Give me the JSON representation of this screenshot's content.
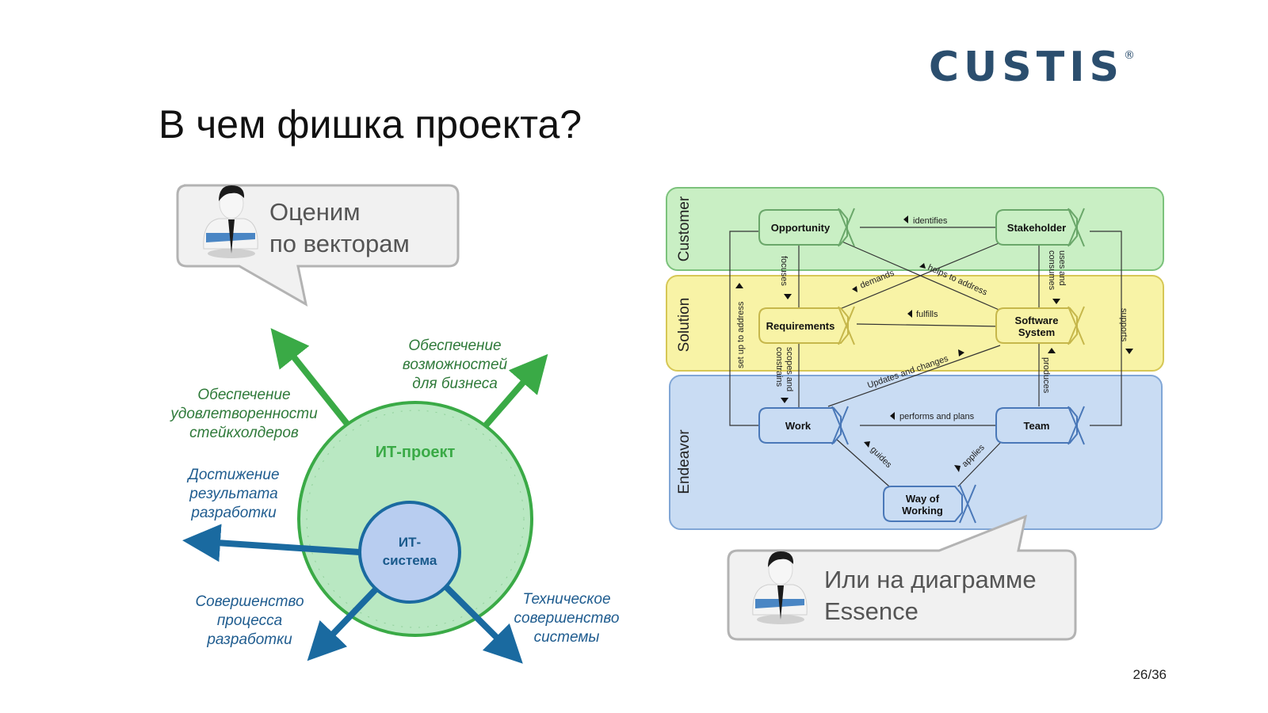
{
  "header": {
    "logo": "CUSTIS",
    "logo_mark": "®",
    "title": "В чем фишка проекта?"
  },
  "bubble_left": {
    "line1": "Оценим",
    "line2": "по векторам"
  },
  "bubble_right": {
    "line1": "Или на диаграмме",
    "line2": "Essence"
  },
  "vectors_diagram": {
    "outer_circle_label": "ИТ-проект",
    "inner_circle_label_1": "ИТ-",
    "inner_circle_label_2": "система",
    "vectors": {
      "stakeholders": [
        "Обеспечение",
        "удовлетворенности",
        "стейкхолдеров"
      ],
      "business": [
        "Обеспечение",
        "возможностей",
        "для бизнеса"
      ],
      "dev_result": [
        "Достижение",
        "результата",
        "разработки"
      ],
      "process": [
        "Совершенство",
        "процесса",
        "разработки"
      ],
      "technical": [
        "Техническое",
        "совершенство",
        "системы"
      ]
    },
    "colors": {
      "green": "#3aaa46",
      "green_fill": "#b9e8c2",
      "blue": "#1a6aa0",
      "blue_fill": "#b8cdf0",
      "green_text": "#2f7a3a",
      "blue_text": "#1f5c8f"
    }
  },
  "essence_diagram": {
    "areas": {
      "customer": "Customer",
      "solution": "Solution",
      "endeavor": "Endeavor"
    },
    "area_colors": {
      "customer": "#c9efc4",
      "solution": "#f8f3a6",
      "endeavor": "#c9dcf3"
    },
    "alphas": {
      "opportunity": "Opportunity",
      "stakeholder": "Stakeholder",
      "requirements": "Requirements",
      "software_system_1": "Software",
      "software_system_2": "System",
      "work": "Work",
      "team": "Team",
      "way_of_working_1": "Way of",
      "way_of_working_2": "Working"
    },
    "relations": {
      "identifies": "identifies",
      "focuses": "focuses",
      "uses_and_consumes_1": "uses and",
      "uses_and_consumes_2": "consumes",
      "demands": "demands",
      "helps_to_address": "helps to address",
      "fulfills": "fulfills",
      "set_up_to_address": "set up to address",
      "supports": "supports",
      "scopes_and_constrains_1": "scopes and",
      "scopes_and_constrains_2": "constrains",
      "updates_and_changes": "Updates and changes",
      "produces": "produces",
      "performs_and_plans": "performs and plans",
      "guides": "guides",
      "applies": "applies"
    }
  },
  "footer": {
    "page_number": "26/36"
  }
}
